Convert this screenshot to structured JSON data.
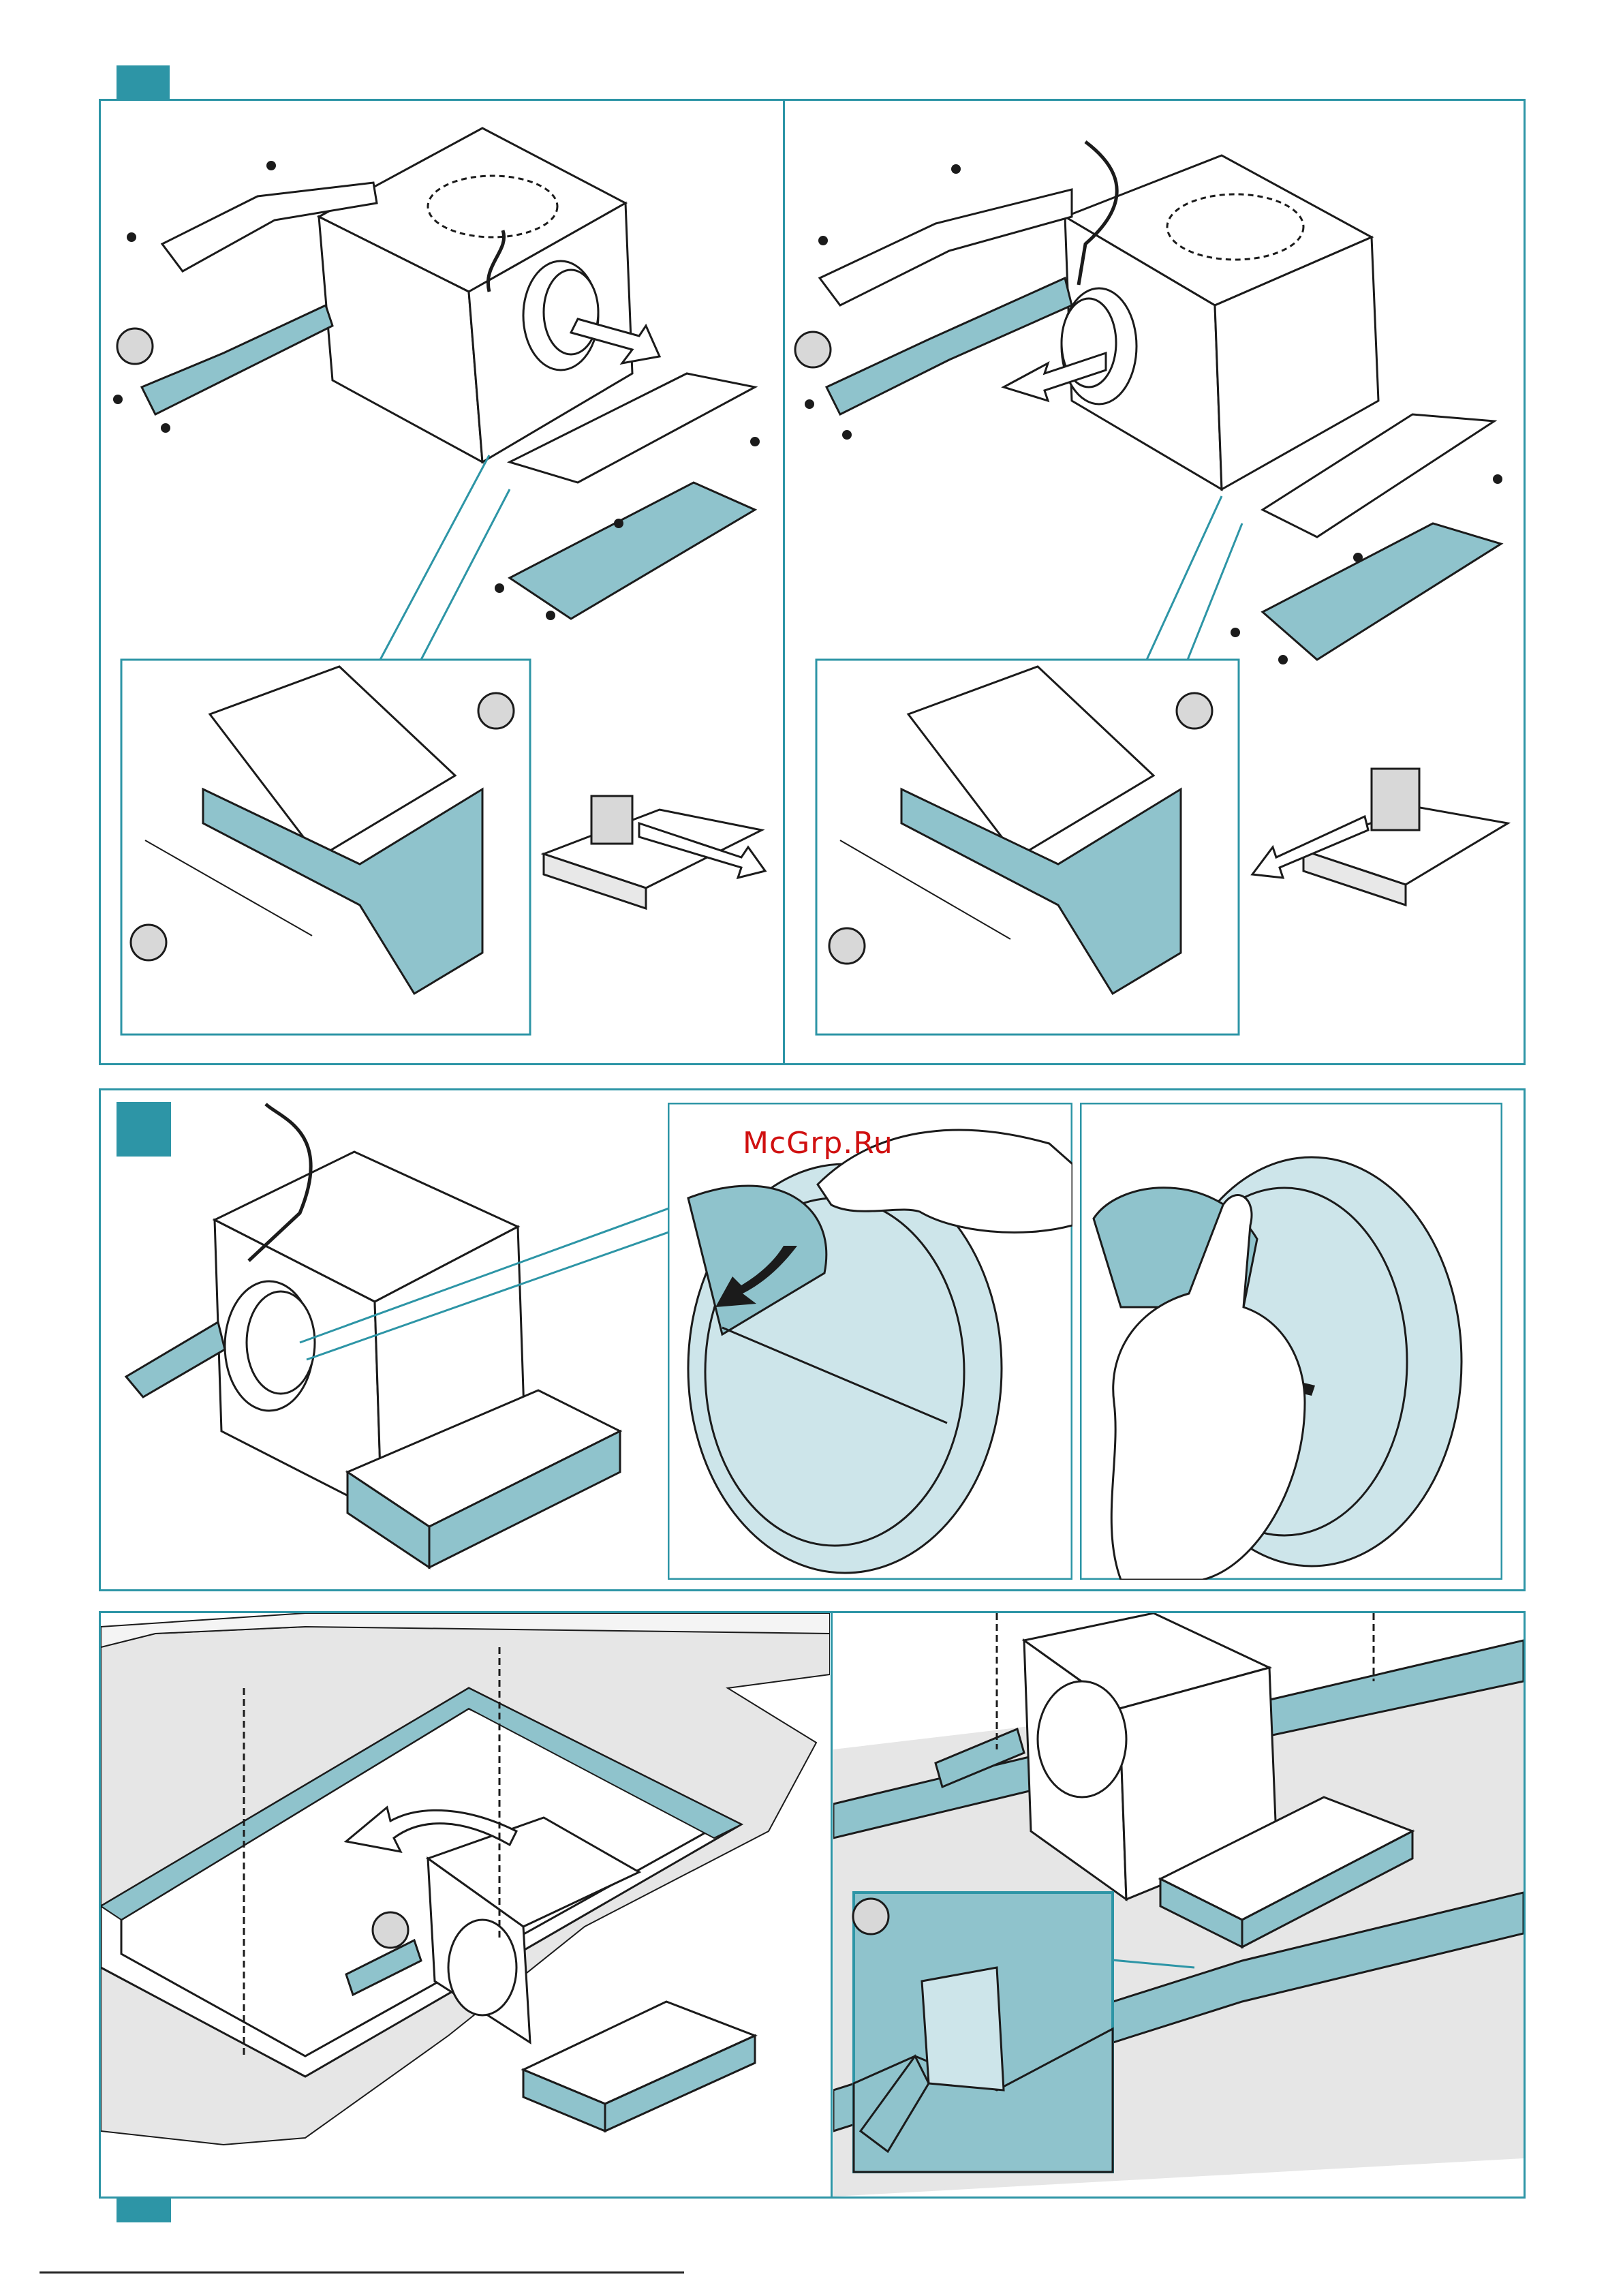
{
  "watermark": "McGrp.Ru",
  "colors": {
    "accent": "#2d95a6",
    "part_fill": "#8fc3cc",
    "light_fill": "#cde5ea",
    "box_fill": "#ffffff",
    "line": "#1b1b1b",
    "surface": "#e8e8e8"
  },
  "icons": {
    "step_badge": "square-step-marker",
    "callout_circle": "circle-callout-marker",
    "arrow": "direction-arrow",
    "screw": "screw-icon",
    "power_plug": "power-plug-icon",
    "chain": "chain-icon",
    "hand": "hand-icon"
  }
}
